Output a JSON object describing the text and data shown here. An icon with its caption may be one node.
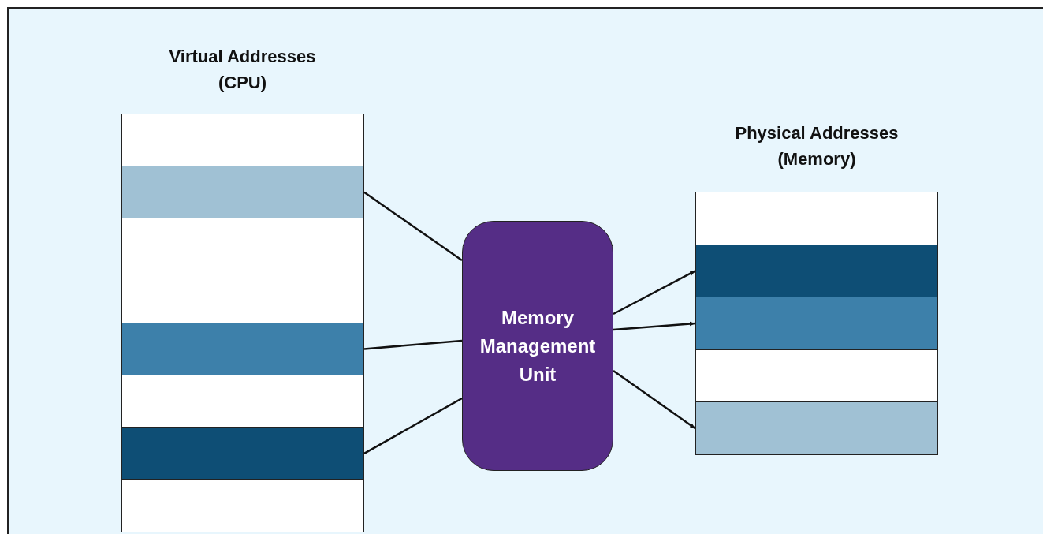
{
  "diagram": {
    "nodes": [
      {
        "text": [
          "Virtual Addresses (CPU)"
        ]
      },
      {
        "text": [],
        "shape": "box",
        "in": 0
      },
      {
        "text": [],
        "shape": "box",
        "in": 0
      },
      {
        "text": [],
        "shape": "box",
        "in": 0
      },
      {
        "text": [],
        "shape": "box",
        "in": 0
      },
      {
        "text": [],
        "shape": "box",
        "in": 0
      },
      {
        "text": [],
        "shape": "box",
        "in": 0
      },
      {
        "text": [],
        "shape": "box",
        "in": 0
      },
      {
        "text": [],
        "shape": "box",
        "in": 0
      },
      {
        "text": [
          "Memory Management Unit"
        ]
      },
      {
        "text": [
          "Physical Addresses (Memory)"
        ]
      },
      {
        "text": [],
        "shape": "box",
        "in": 10
      },
      {
        "text": [],
        "shape": "box",
        "in": 10
      },
      {
        "text": [],
        "shape": "box",
        "in": 10
      },
      {
        "text": [],
        "shape": "box",
        "in": 10
      },
      {
        "text": [],
        "shape": "box",
        "in": 10
      }
    ],
    "edges": [
      {
        "from": 2,
        "to": 9,
        "arrow": "none"
      },
      {
        "from": 5,
        "to": 9,
        "arrow": "none"
      },
      {
        "from": 7,
        "to": 9,
        "arrow": "none"
      },
      {
        "from": 9,
        "to": 12,
        "arrow": "to"
      },
      {
        "from": 9,
        "to": 13,
        "arrow": "to"
      },
      {
        "from": 9,
        "to": 15,
        "arrow": "to"
      }
    ]
  }
}
